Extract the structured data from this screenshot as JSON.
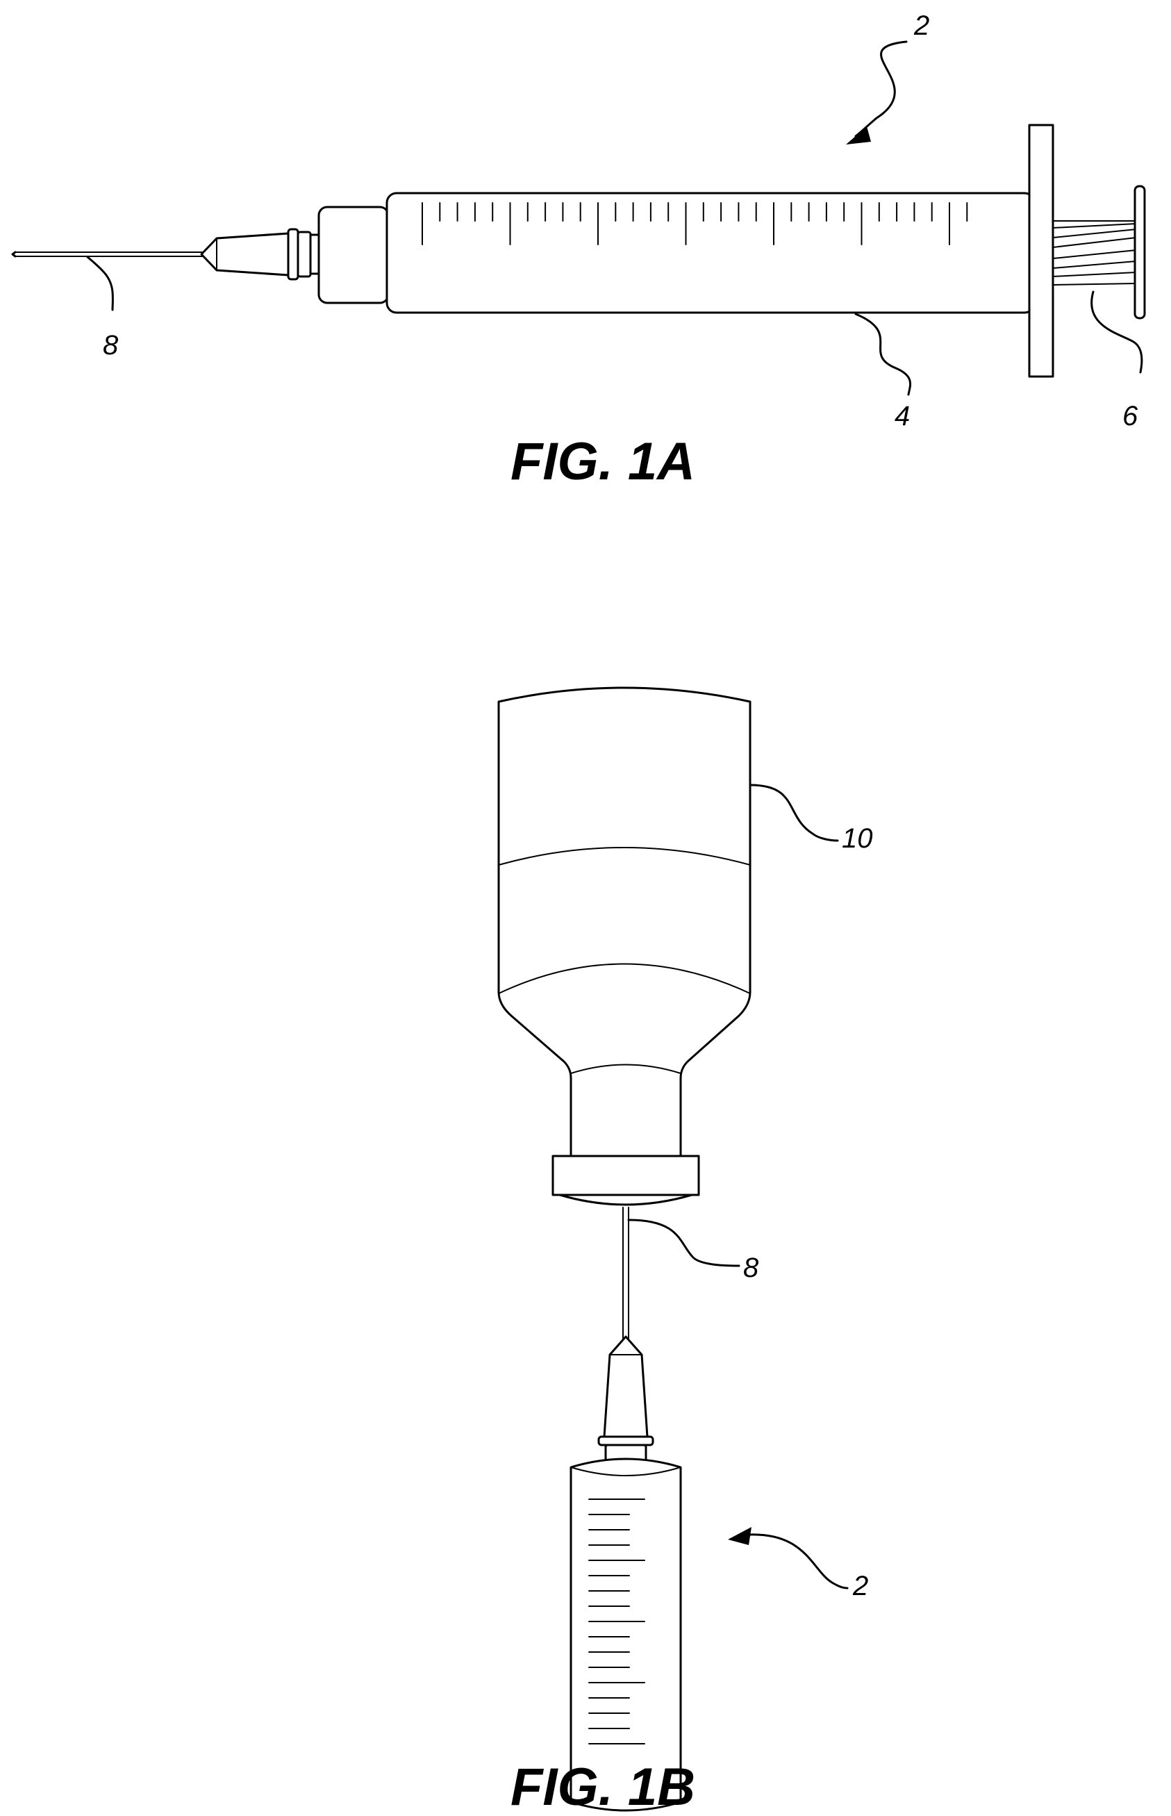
{
  "fig_1a": {
    "caption": "FIG. 1A",
    "labels": {
      "syringe": "2",
      "barrel": "4",
      "plunger": "6",
      "needle": "8"
    }
  },
  "fig_1b": {
    "caption": "FIG. 1B",
    "labels": {
      "vial": "10",
      "needle": "8",
      "syringe": "2"
    }
  }
}
